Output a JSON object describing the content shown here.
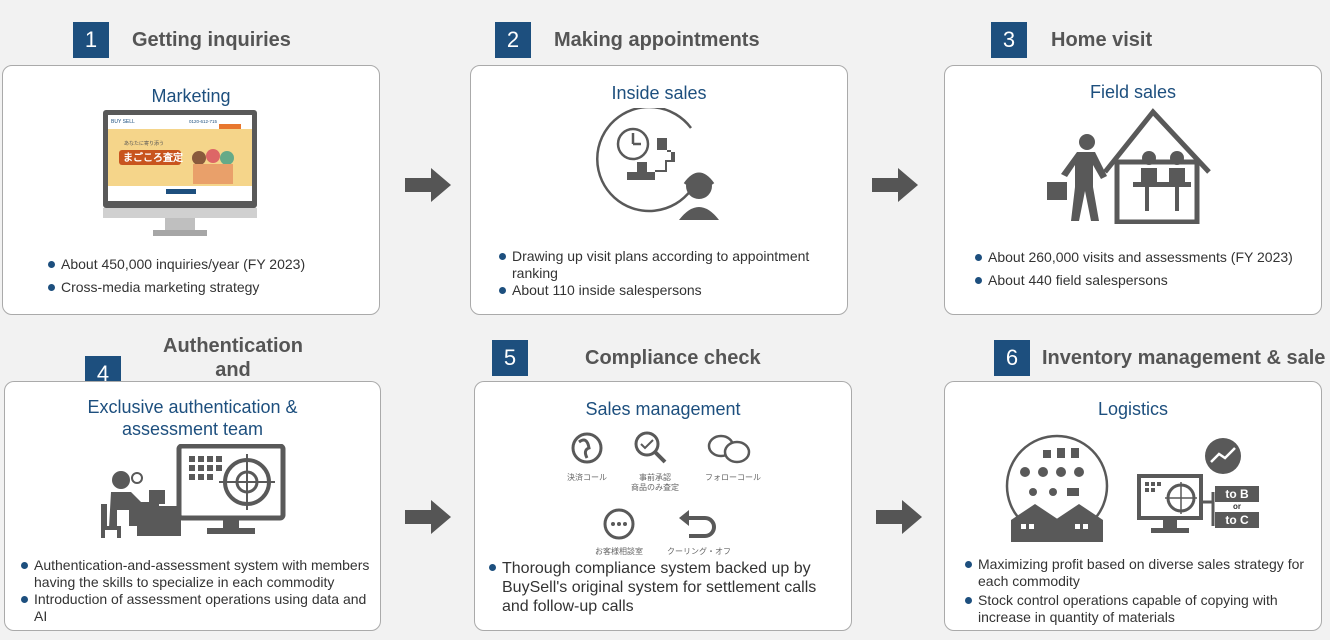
{
  "steps": [
    {
      "num": "1",
      "title": "Getting inquiries",
      "card_title": "Marketing",
      "bullets": [
        "About 450,000 inquiries/year (FY 2023)",
        "Cross-media marketing strategy"
      ]
    },
    {
      "num": "2",
      "title": "Making appointments",
      "card_title": "Inside sales",
      "bullets": [
        "Drawing up visit plans according to appointment ranking",
        "About 110 inside salespersons"
      ]
    },
    {
      "num": "3",
      "title": "Home visit",
      "card_title": "Field sales",
      "bullets": [
        "About 260,000 visits and assessments (FY 2023)",
        "About 440 field salespersons"
      ]
    },
    {
      "num": "4",
      "title_line1": "Authentication and",
      "title_line2": "assessment",
      "card_title_line1": "Exclusive authentication &",
      "card_title_line2": "assessment team",
      "bullets": [
        "Authentication-and-assessment system with members having the skills to specialize in each commodity",
        "Introduction of assessment operations using data and AI"
      ]
    },
    {
      "num": "5",
      "title": "Compliance check",
      "card_title": "Sales management",
      "bullets": [
        "Thorough compliance system backed up by BuySell's original system for settlement calls and follow-up calls"
      ],
      "icons": [
        "決済コール",
        "事前承認",
        "商品のみ査定",
        "フォローコール",
        "お客様相談室",
        "クーリング・オフ"
      ]
    },
    {
      "num": "6",
      "title": "Inventory management & sale",
      "card_title": "Logistics",
      "bullets": [
        "Maximizing profit based on diverse sales strategy for each commodity",
        "Stock control operations capable of copying with increase in quantity of materials"
      ],
      "to_b": "to B",
      "or": "or",
      "to_c": "to C"
    }
  ],
  "marketing_screen": {
    "logo": "BUY SELL",
    "phone": "0120-612-715",
    "headline": "まごころ査定",
    "tagline": "あなたに寄り添う"
  },
  "colors": {
    "accent": "#1d4f7e",
    "icon_gray": "#595959",
    "arrow": "#555555"
  }
}
